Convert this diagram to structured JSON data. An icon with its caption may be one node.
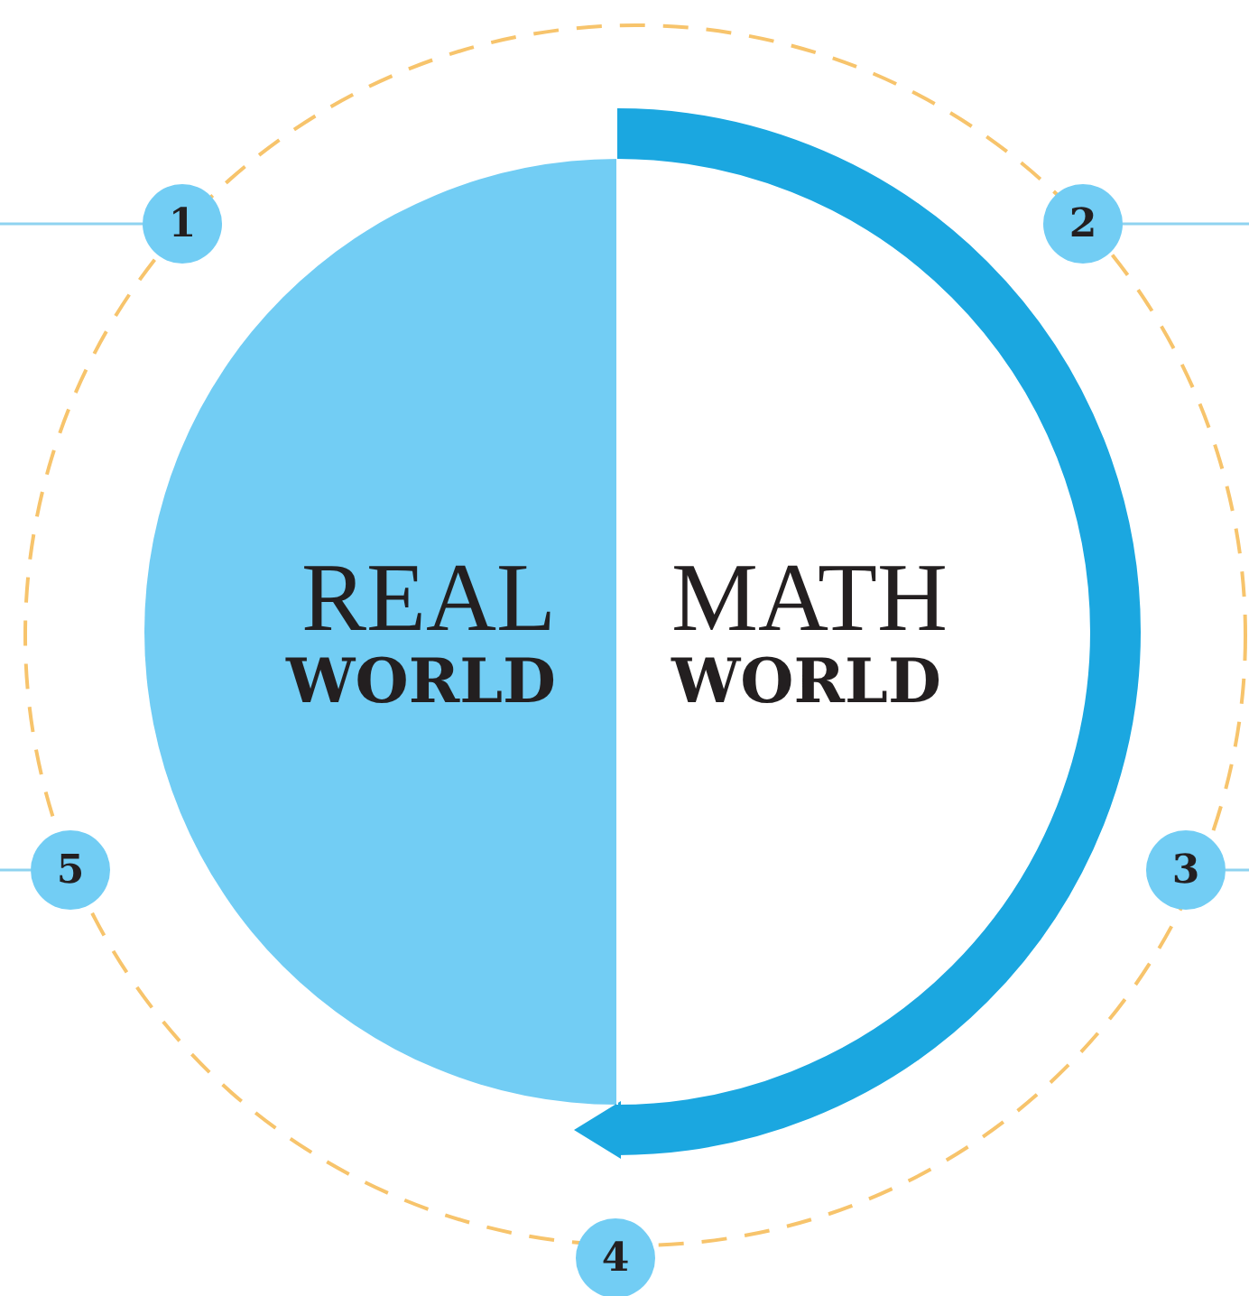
{
  "diagram": {
    "nodes": [
      {
        "text": [
          "REAL",
          "WORLD"
        ]
      },
      {
        "text": [
          "MATH",
          "WORLD"
        ]
      },
      {
        "text": [
          "1"
        ]
      },
      {
        "text": [
          "2"
        ]
      },
      {
        "text": [
          "3"
        ]
      },
      {
        "text": [
          "4"
        ]
      },
      {
        "text": [
          "5"
        ]
      }
    ],
    "edges": [
      {
        "from": 2,
        "to": null,
        "arrow": "none"
      },
      {
        "from": 3,
        "to": null,
        "arrow": "none"
      },
      {
        "from": 6,
        "to": null,
        "arrow": "none"
      },
      {
        "from": 4,
        "to": null,
        "arrow": "none"
      }
    ]
  }
}
